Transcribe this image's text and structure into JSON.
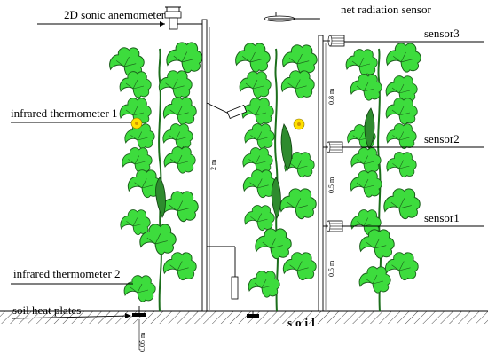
{
  "labels": {
    "anemometer": "2D sonic anemometer",
    "net_radiation": "net radiation sensor",
    "sensor3": "sensor3",
    "sensor2": "sensor2",
    "sensor1": "sensor1",
    "ir_thermometer_1": "infrared thermometer 1",
    "ir_thermometer_2": "infrared thermometer 2",
    "soil_heat_plates": "soil heat plates",
    "soil": "soil"
  },
  "dimensions": {
    "tower_height": "2 m",
    "gap_upper": "0.8 m",
    "gap_middle": "0.5 m",
    "gap_lower": "0.5 m",
    "plate_depth": "0.05 m"
  },
  "colors": {
    "leaf": "#3ddc3d",
    "leaf_edge": "#1b5e1b",
    "cucumber": "#2e8b2e",
    "flower": "#ffe000"
  },
  "icons": [
    "anemometer-icon",
    "net-radiometer-icon",
    "infrared-thermometer-icon",
    "humidity-sensor-icon",
    "leaf-icon",
    "flower-icon",
    "cucumber-icon"
  ]
}
